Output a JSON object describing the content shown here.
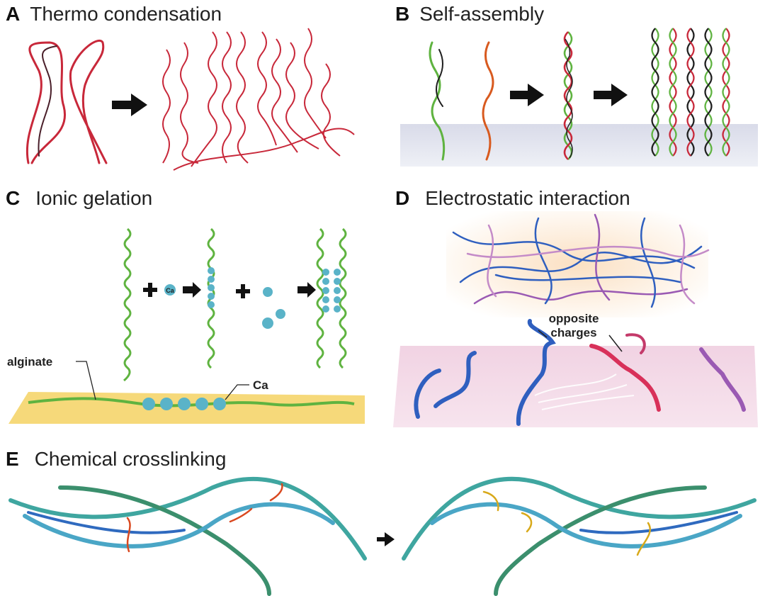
{
  "panels": {
    "a": {
      "letter": "A",
      "title": "Thermo condensation"
    },
    "b": {
      "letter": "B",
      "title": "Self-assembly"
    },
    "c": {
      "letter": "C",
      "title": "Ionic gelation",
      "alginate_label": "alginate",
      "ca_label": "Ca",
      "ion_label": "Ca"
    },
    "d": {
      "letter": "D",
      "title": "Electrostatic interaction",
      "charges_label_1": "opposite",
      "charges_label_2": "charges"
    },
    "e": {
      "letter": "E",
      "title": "Chemical crosslinking"
    }
  },
  "colors": {
    "red_strand": "#c8283a",
    "dark_strand": "#4a1f2a",
    "green_strand": "#5fb340",
    "ca_ball": "#5ab3c8",
    "yellow_plate": "#f6d97a",
    "blue_strand": "#2f5fbf",
    "magenta_strand": "#c43a6a",
    "teal_fiber": "#3fa6a0",
    "link_red": "#d9481f",
    "link_yellow": "#d8a91a"
  },
  "icons": [
    "arrow-icon",
    "plus-icon"
  ]
}
